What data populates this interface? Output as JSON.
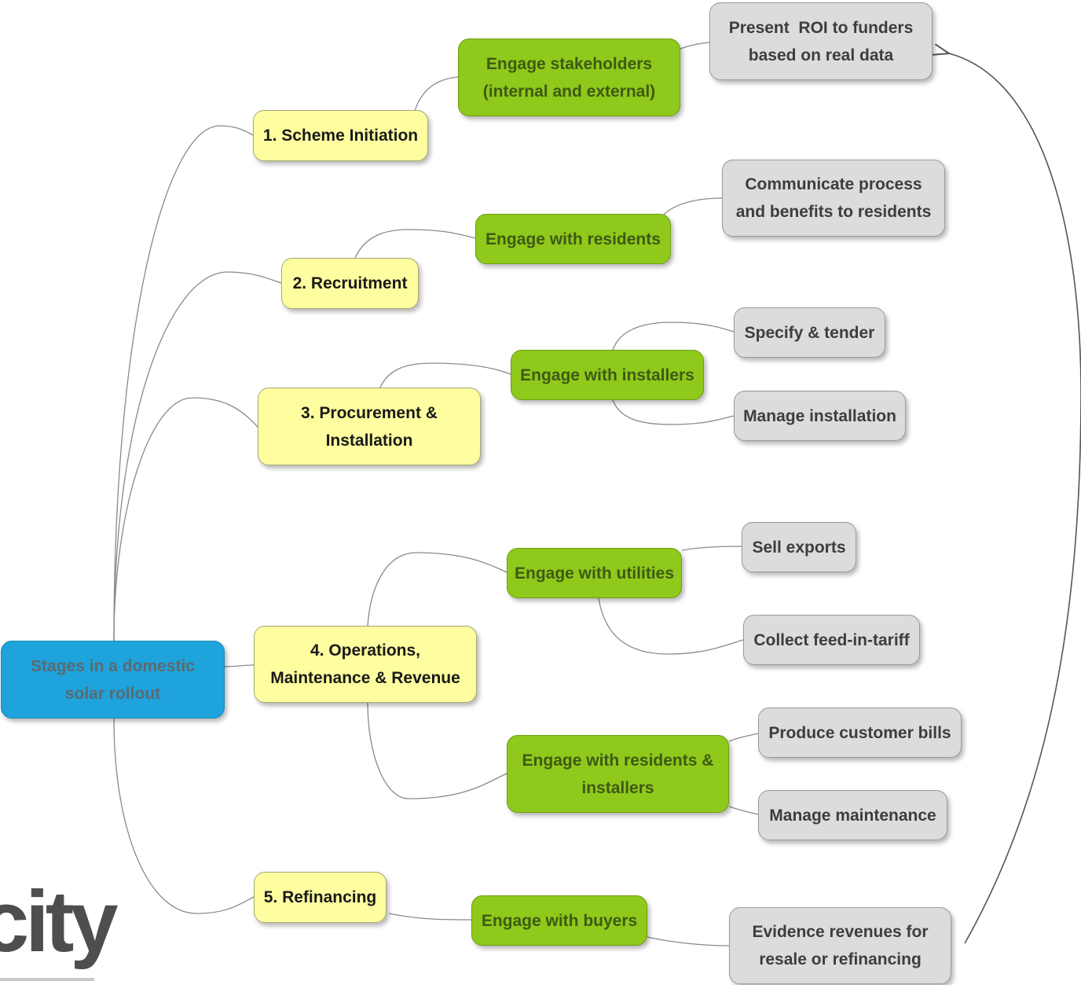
{
  "root": {
    "line1": "Stages in a domestic",
    "line2": "solar rollout"
  },
  "stages": {
    "s1": {
      "line1": "1. Scheme Initiation"
    },
    "s2": {
      "line1": "2. Recruitment"
    },
    "s3": {
      "line1": "3. Procurement &",
      "line2": "Installation"
    },
    "s4": {
      "line1": "4. Operations,",
      "line2": "Maintenance & Revenue"
    },
    "s5": {
      "line1": "5. Refinancing"
    }
  },
  "engage": {
    "stakeholders": {
      "line1": "Engage stakeholders",
      "line2": "(internal and external)"
    },
    "residents": {
      "line1": "Engage with residents"
    },
    "installers": {
      "line1": "Engage with installers"
    },
    "utilities": {
      "line1": "Engage with utilities"
    },
    "residents_installers": {
      "line1": "Engage with residents &",
      "line2": "installers"
    },
    "buyers": {
      "line1": "Engage with buyers"
    }
  },
  "actions": {
    "roi": {
      "line1": "Present  ROI to funders",
      "line2": "based on real data"
    },
    "communicate": {
      "line1": "Communicate process",
      "line2": "and benefits to residents"
    },
    "specify": {
      "line1": "Specify & tender"
    },
    "manage_install": {
      "line1": "Manage installation"
    },
    "sell_exports": {
      "line1": "Sell exports"
    },
    "fit": {
      "line1": "Collect feed-in-tariff"
    },
    "bills": {
      "line1": "Produce customer bills"
    },
    "maintenance": {
      "line1": "Manage maintenance"
    },
    "evidence": {
      "line1": "Evidence revenues for",
      "line2": "resale or refinancing"
    }
  },
  "logo": {
    "text": "city"
  },
  "colors": {
    "root": "#1ea3dc",
    "stage": "#fefd9f",
    "engage": "#8fc91b",
    "action": "#dcdcdc",
    "connector": "#8a8a8a",
    "feedback_arrow": "#555555"
  }
}
